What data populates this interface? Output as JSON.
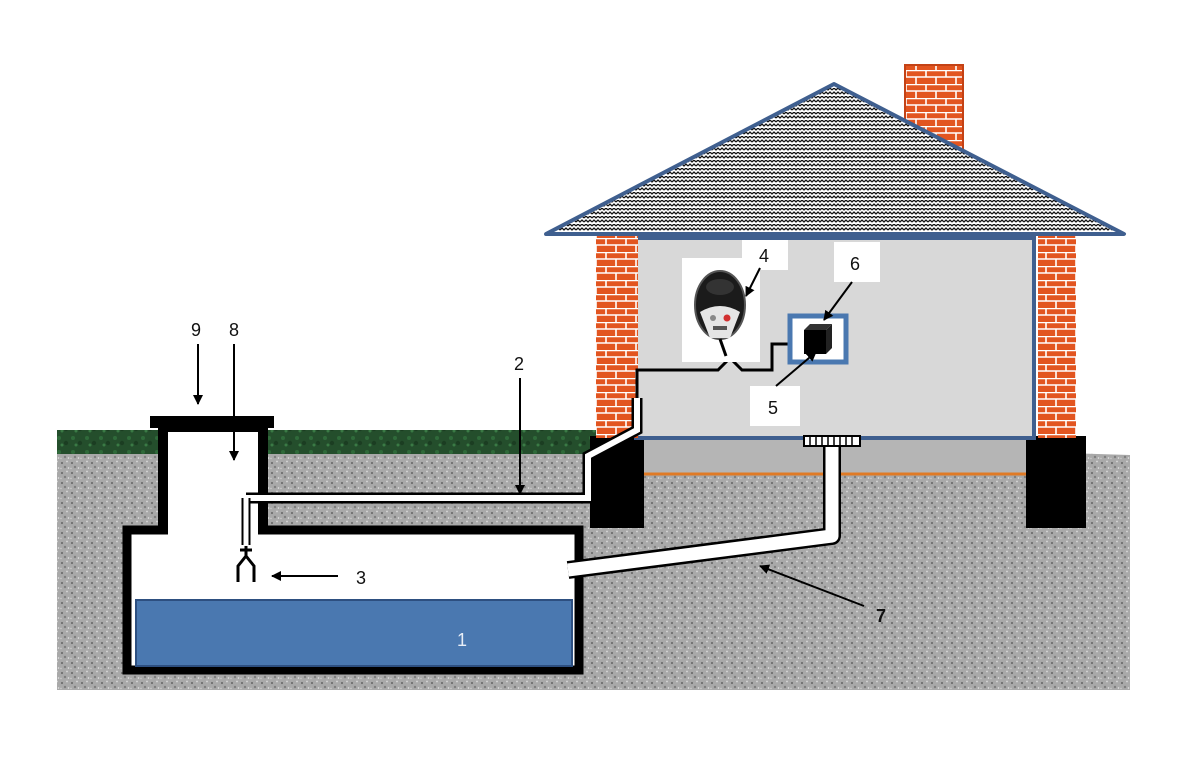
{
  "labels": {
    "n1": "1",
    "n2": "2",
    "n3": "3",
    "n4": "4",
    "n5": "5",
    "n6": "6",
    "n7": "7",
    "n8": "8",
    "n9": "9"
  },
  "colors": {
    "water": "#4a78b0",
    "soil": "#a7a7a7",
    "grass": "#234d2b",
    "brick": "#e0521f",
    "wall": "#d6d6d6",
    "roof_edge": "#3f5f8f",
    "outline": "#000000"
  },
  "icons": {
    "pump_controller": "pump-controller-icon",
    "electrical_box": "electrical-box-icon",
    "filter_intake": "filter-intake-icon",
    "drain_grate": "drain-grate-icon"
  }
}
